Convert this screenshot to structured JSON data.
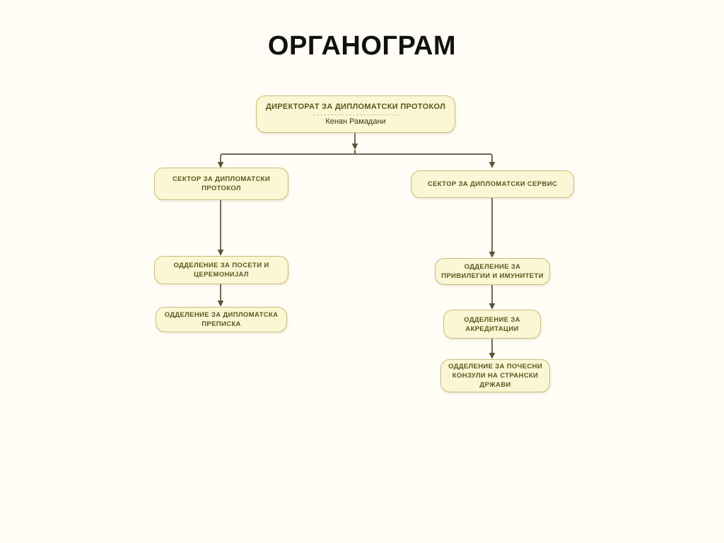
{
  "page": {
    "title": "ОРГАНОГРАМ",
    "background_color": "#fffdf5",
    "title_color": "#111111"
  },
  "theme": {
    "node_fill": "#fbf6d4",
    "node_border": "#c9bd7a",
    "node_text": "#5f5520",
    "subtitle_text": "#3a3518",
    "edge_color": "#585539",
    "divider_color": "#cfc483"
  },
  "chart_data": {
    "type": "diagram",
    "title": "ОРГАНОГРАМ",
    "nodes": [
      {
        "id": "root",
        "label": "ДИРЕКТОРАТ ЗА ДИПЛОМАТСКИ ПРОТОКОЛ",
        "subtitle": "Кенан Рамадани",
        "level": 0
      },
      {
        "id": "sector-protokol",
        "label": "СЕКТОР ЗА ДИПЛОМАТСКИ ПРОТОКОЛ",
        "level": 1
      },
      {
        "id": "sector-servis",
        "label": "СЕКТОР ЗА ДИПЛОМАТСКИ СЕРВИС",
        "level": 1
      },
      {
        "id": "oddelenie-poseti",
        "label": "ОДДЕЛЕНИЕ ЗА ПОСЕТИ И ЦЕРЕМОНИЈАЛ",
        "level": 2
      },
      {
        "id": "oddelenie-prepiska",
        "label": "ОДДЕЛЕНИЕ ЗА ДИПЛОМАТСКА ПРЕПИСКА",
        "level": 3
      },
      {
        "id": "oddelenie-privilegii",
        "label": "ОДДЕЛЕНИЕ ЗА ПРИВИЛЕГИИ И ИМУНИТЕТИ",
        "level": 2
      },
      {
        "id": "oddelenie-akreditacii",
        "label": "ОДДЕЛЕНИЕ ЗА АКРЕДИТАЦИИ",
        "level": 3
      },
      {
        "id": "oddelenie-pocesni-konzuli",
        "label": "ОДДЕЛЕНИЕ ЗА ПОЧЕСНИ КОНЗУЛИ НА СТРАНСКИ ДРЖАВИ",
        "level": 4
      }
    ],
    "edges": [
      {
        "from": "root",
        "to": "sector-protokol"
      },
      {
        "from": "root",
        "to": "sector-servis"
      },
      {
        "from": "sector-protokol",
        "to": "oddelenie-poseti"
      },
      {
        "from": "oddelenie-poseti",
        "to": "oddelenie-prepiska"
      },
      {
        "from": "sector-servis",
        "to": "oddelenie-privilegii"
      },
      {
        "from": "oddelenie-privilegii",
        "to": "oddelenie-akreditacii"
      },
      {
        "from": "oddelenie-akreditacii",
        "to": "oddelenie-pocesni-konzuli"
      }
    ]
  }
}
